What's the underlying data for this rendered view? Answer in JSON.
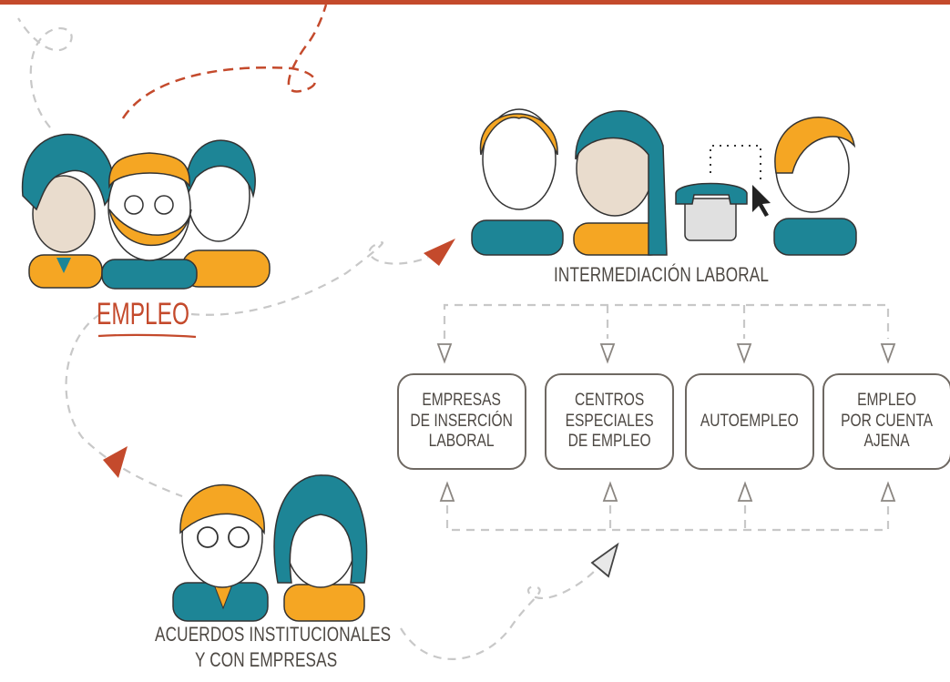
{
  "main_label": "EMPLEO",
  "intermediation_label": "INTERMEDIACIÓN LABORAL",
  "agreements_label_line1": "ACUERDOS INSTITUCIONALES",
  "agreements_label_line2": "Y CON EMPRESAS",
  "boxes": [
    {
      "label": "EMPRESAS\nDE INSERCIÓN\nLABORAL"
    },
    {
      "label": "CENTROS\nESPECIALES\nDE EMPLEO"
    },
    {
      "label": "AUTOEMPLEO"
    },
    {
      "label": "EMPLEO\nPOR CUENTA\nAJENA"
    }
  ],
  "colors": {
    "accent": "#c44a2c",
    "teal": "#1d8596",
    "orange": "#f5a623",
    "skin": "#e9dccd",
    "text": "#4d4843",
    "dash": "#c8c8c8"
  },
  "icons": [
    "telephone-icon",
    "mouse-cursor-icon",
    "arrowhead-icon"
  ]
}
